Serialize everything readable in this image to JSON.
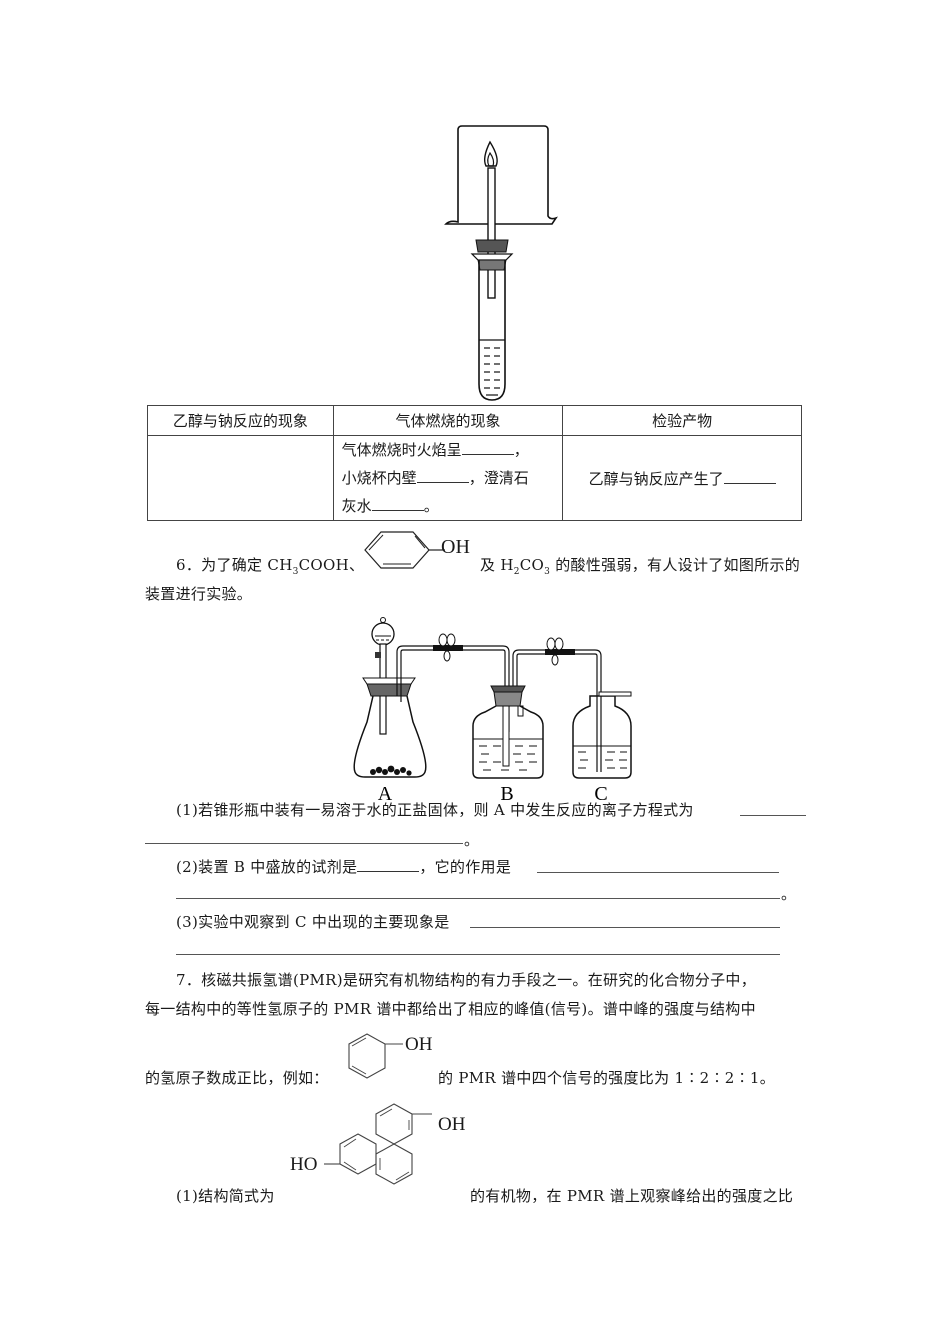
{
  "figure_burner": {
    "name": "ethanol-sodium-gas-combustion-apparatus",
    "parts": [
      "small-beaker",
      "flame",
      "glass-tube",
      "rubber-stopper",
      "test-tube",
      "liquid"
    ]
  },
  "table": {
    "headers": [
      "乙醇与钠反应的现象",
      "气体燃烧的现象",
      "检验产物"
    ],
    "row": {
      "col1": "",
      "col2_lines": [
        "气体燃烧时火焰呈",
        "小烧杯内壁",
        "灰水"
      ],
      "col2_suffixes": [
        "，",
        "，澄清石",
        "。"
      ],
      "col3": "乙醇与钠反应产生了"
    }
  },
  "q6": {
    "number": "6．",
    "intro_part1": "为了确定 CH",
    "intro_sub1": "3",
    "intro_part2": "COOH、",
    "phenol_label": "OH",
    "intro_part3": "及 H",
    "intro_sub2": "2",
    "intro_part4": "CO",
    "intro_sub3": "3",
    "intro_part5": " 的酸性强弱，有人设计了如图所示的",
    "intro_line2": "装置进行实验。",
    "apparatus_labels": [
      "A",
      "B",
      "C"
    ],
    "sub1_text": "(1)若锥形瓶中装有一易溶于水的正盐固体，则 A 中发生反应的离子方程式为",
    "sub1_end": "。",
    "sub2_text_a": "(2)装置 B 中盛放的试剂是",
    "sub2_text_b": "，它的作用是",
    "sub2_end": "。",
    "sub3_text": "(3)实验中观察到 C 中出现的主要现象是"
  },
  "q7": {
    "line1": "7．核磁共振氢谱(PMR)是研究有机物结构的有力手段之一。在研究的化合物分子中，",
    "line2": "每一结构中的等性氢原子的 PMR 谱中都给出了相应的峰值(信号)。谱中峰的强度与结构中",
    "line3_a": "的氢原子数成正比，例如：",
    "phenol_label": "OH",
    "line3_b": "的 PMR 谱中四个信号的强度比为 1∶2∶2∶1。",
    "sub1_a": "(1)结构简式为",
    "diol_label_left": "HO",
    "diol_label_right": "OH",
    "sub1_b": "的有机物，在 PMR 谱上观察峰给出的强度之比"
  }
}
